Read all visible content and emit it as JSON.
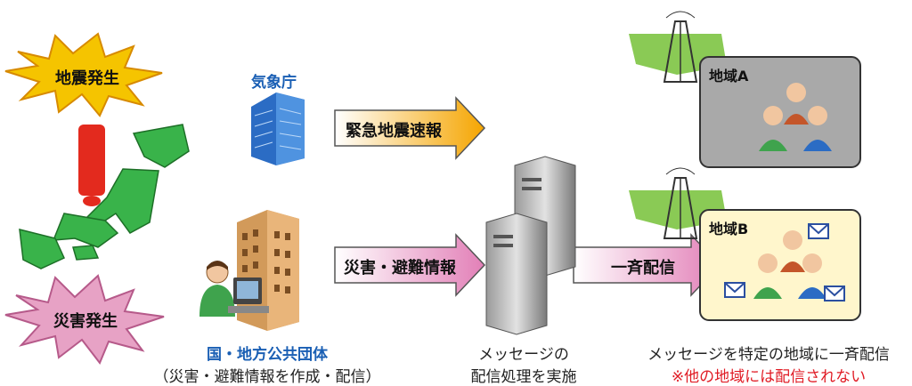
{
  "events": {
    "earthquake": "地震発生",
    "disaster": "災害発生"
  },
  "sources": {
    "jma": "気象庁",
    "gov_title": "国・地方公共団体",
    "gov_note": "（災害・避難情報を作成・配信）"
  },
  "arrows": {
    "eew": "緊急地震速報",
    "evac": "災害・避難情報",
    "broadcast": "一斉配信"
  },
  "server": {
    "line1": "メッセージの",
    "line2": "配信処理を実施"
  },
  "regions": {
    "a": "地域A",
    "b": "地域B"
  },
  "result": {
    "line1": "メッセージを特定の地域に一斉配信",
    "line2": "※他の地域には配信されない"
  }
}
